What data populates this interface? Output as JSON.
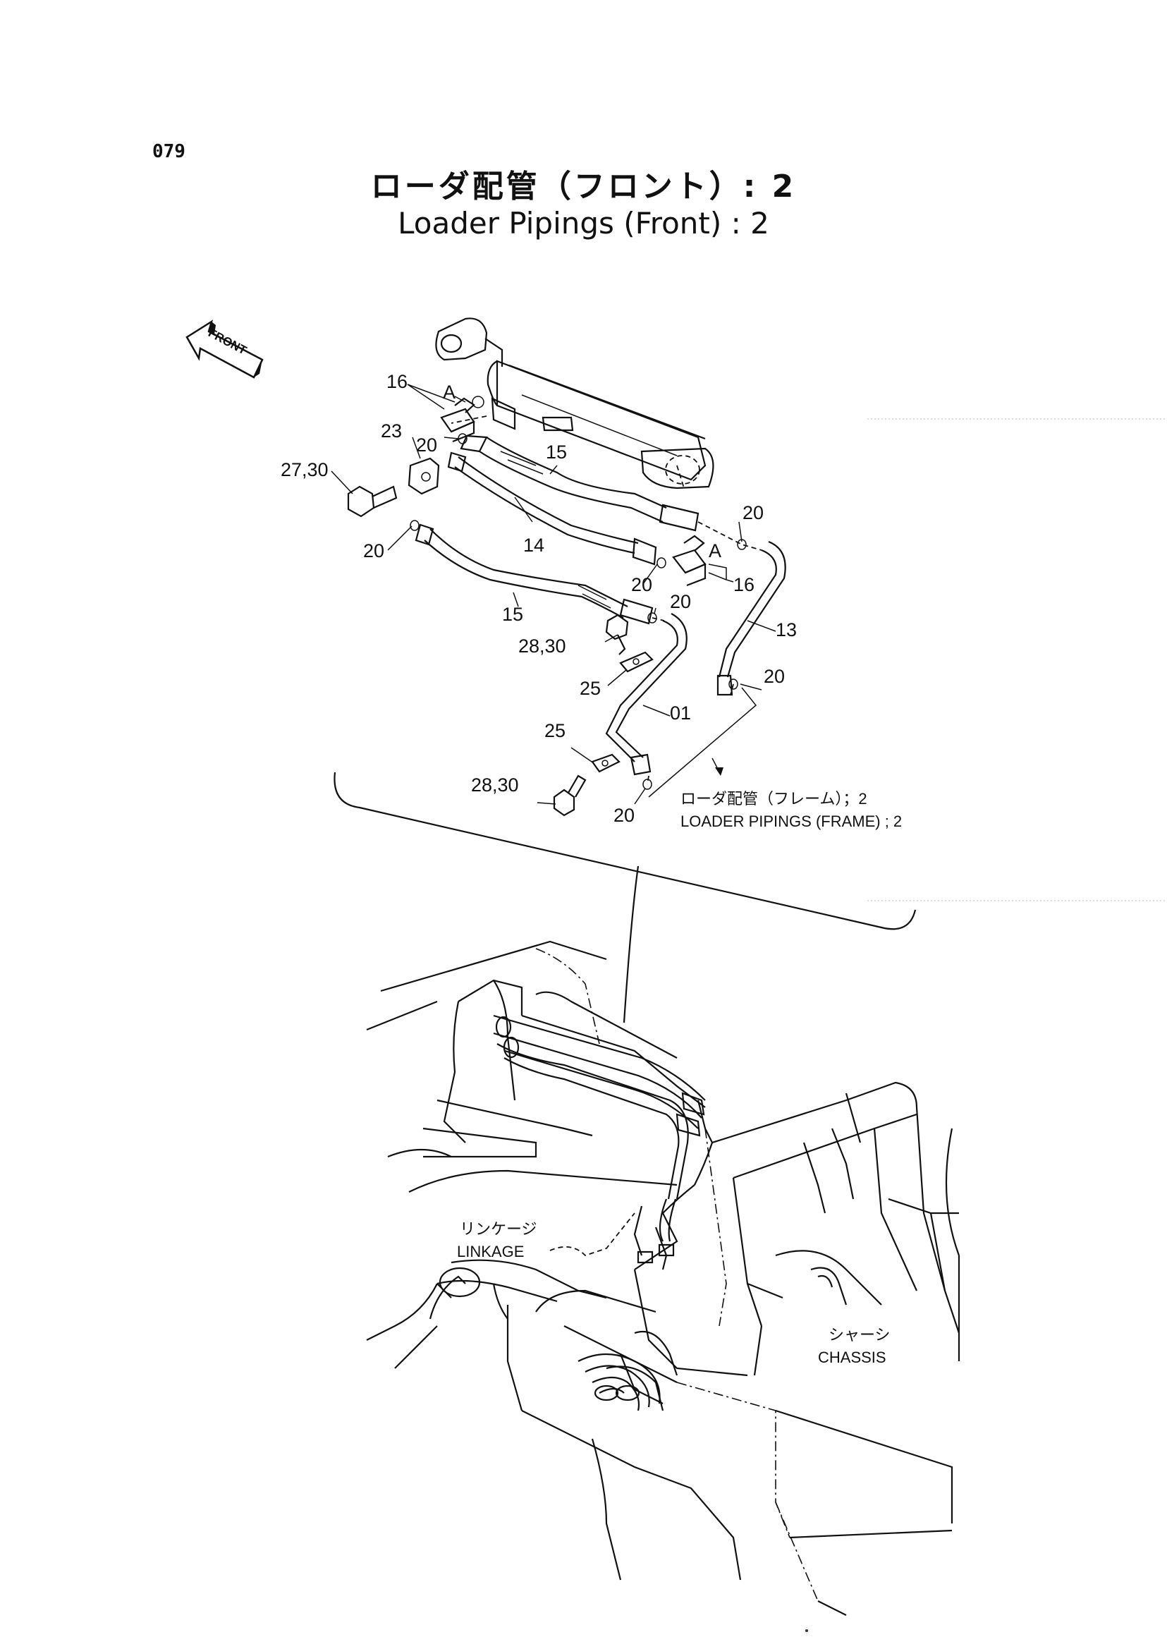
{
  "page": {
    "number": "079"
  },
  "title": {
    "jp": "ローダ配管（フロント）: 2",
    "en": "Loader Pipings (Front) : 2"
  },
  "front_arrow": {
    "label": "FRONT"
  },
  "part_labels": [
    {
      "id": "16a",
      "text": "16"
    },
    {
      "id": "A1",
      "text": "A"
    },
    {
      "id": "23",
      "text": "23"
    },
    {
      "id": "20a",
      "text": "20"
    },
    {
      "id": "15a",
      "text": "15"
    },
    {
      "id": "27_30",
      "text": "27,30"
    },
    {
      "id": "20b",
      "text": "20"
    },
    {
      "id": "14",
      "text": "14"
    },
    {
      "id": "20c",
      "text": "20"
    },
    {
      "id": "A2",
      "text": "A"
    },
    {
      "id": "16b",
      "text": "16"
    },
    {
      "id": "20d",
      "text": "20"
    },
    {
      "id": "20e",
      "text": "20"
    },
    {
      "id": "15b",
      "text": "15"
    },
    {
      "id": "13",
      "text": "13"
    },
    {
      "id": "28_30a",
      "text": "28,30"
    },
    {
      "id": "20f",
      "text": "20"
    },
    {
      "id": "25a",
      "text": "25"
    },
    {
      "id": "01",
      "text": "01"
    },
    {
      "id": "25b",
      "text": "25"
    },
    {
      "id": "28_30b",
      "text": "28,30"
    },
    {
      "id": "20g",
      "text": "20"
    }
  ],
  "reference_note": {
    "jp": "ローダ配管（フレーム）；2",
    "en": "LOADER PIPINGS (FRAME) ; 2"
  },
  "callouts": {
    "linkage_jp": "リンケージ",
    "linkage_en": "LINKAGE",
    "chassis_jp": "シャーシ",
    "chassis_en": "CHASSIS"
  }
}
